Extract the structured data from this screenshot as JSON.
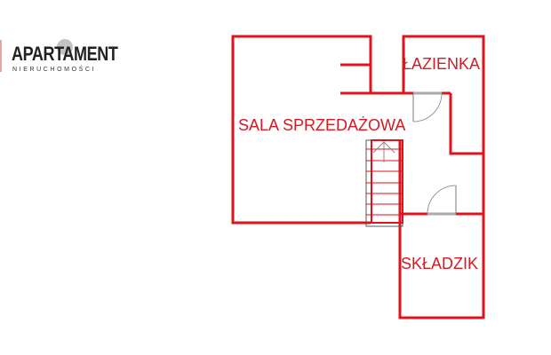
{
  "logo": {
    "name": "APARTAMENT",
    "tagline": "NIERUCHOMOŚCI"
  },
  "rooms": {
    "sales_room": "SALA SPRZEDAŻOWA",
    "bathroom": "ŁAZIENKA",
    "storage": "SKŁADZIK"
  },
  "colors": {
    "wall": "#e0121c",
    "label": "#d41a22",
    "door": "#999999"
  }
}
